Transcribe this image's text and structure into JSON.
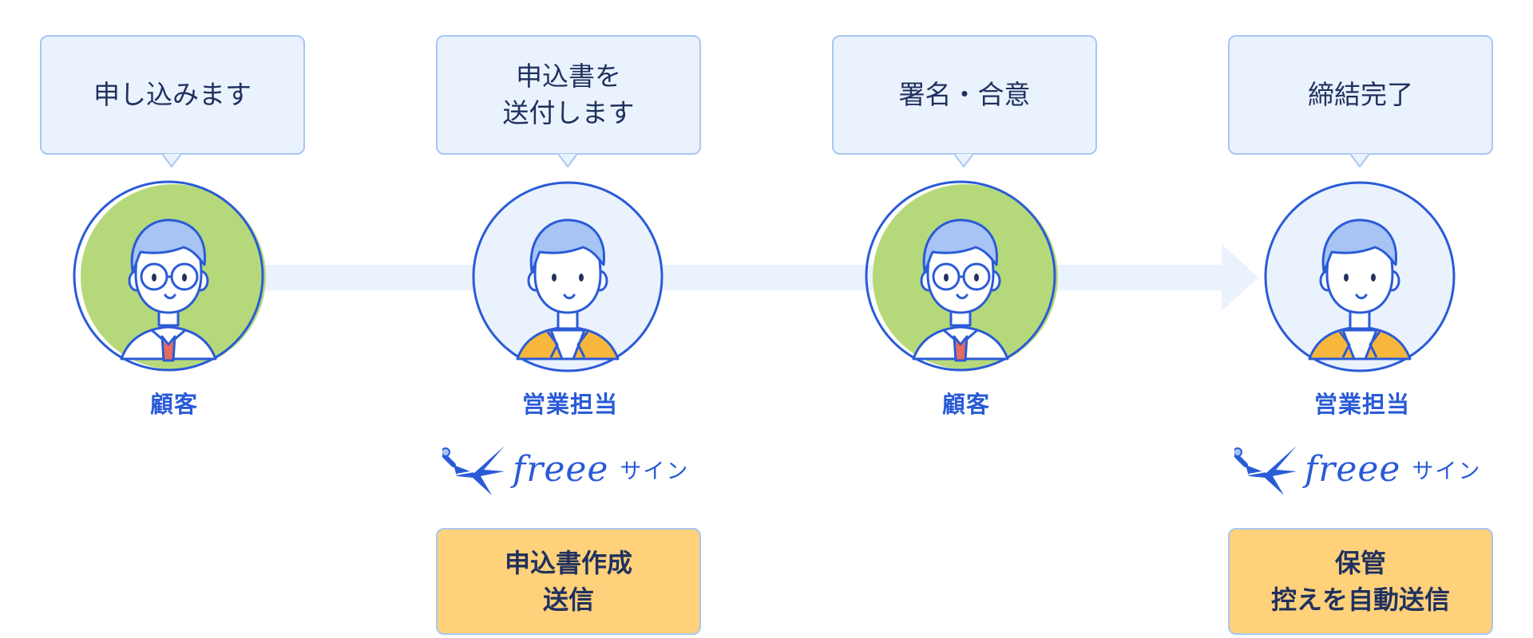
{
  "steps": [
    {
      "bubble": "申し込みます",
      "role": "顧客",
      "avatar": "customer-avatar",
      "bg": "#b5d97a",
      "has_logo": false,
      "action": ""
    },
    {
      "bubble": "申込書を\n送付します",
      "role": "営業担当",
      "avatar": "sales-avatar",
      "bg": "#eaf2fd",
      "has_logo": true,
      "action": "申込書作成\n送信"
    },
    {
      "bubble": "署名・合意",
      "role": "顧客",
      "avatar": "customer-avatar",
      "bg": "#b5d97a",
      "has_logo": false,
      "action": ""
    },
    {
      "bubble": "締結完了",
      "role": "営業担当",
      "avatar": "sales-avatar",
      "bg": "#eaf2fd",
      "has_logo": true,
      "action": "保管\n控えを自動送信"
    }
  ],
  "logo": {
    "word": "freee",
    "suffix": "サイン",
    "icon": "swallow-pen-icon"
  },
  "colors": {
    "accent": "#2a5bd7",
    "text_dark": "#20315f",
    "bubble_bg": "#eaf2fd",
    "bubble_border": "#a9c7f3",
    "action_bg": "#ffd17a",
    "customer_bg": "#b5d97a",
    "flow_arrow": "#eaf2fd"
  }
}
